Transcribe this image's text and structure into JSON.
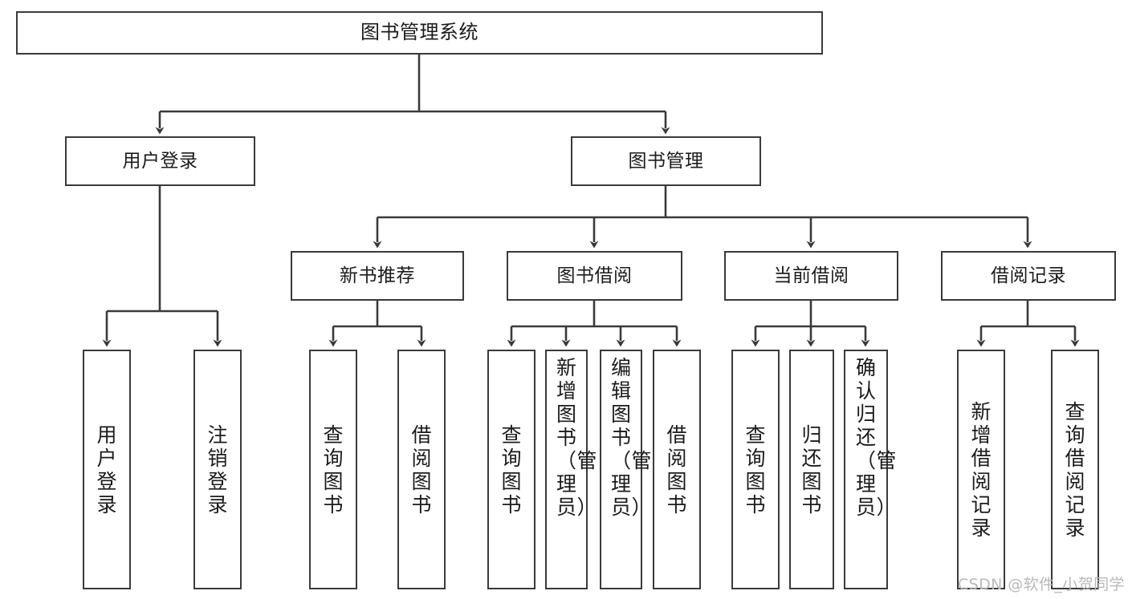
{
  "diagram": {
    "title": "图书管理系统",
    "type": "functional-structure-tree",
    "watermark": "CSDN @软件_小贺同学",
    "colors": {
      "box_border": "#3a3a3a",
      "box_fill": "#ffffff",
      "edge": "#3a3a3a",
      "text": "#1b1b1b",
      "watermark": "#b9b9b9",
      "background": "#ffffff"
    }
  },
  "nodes": {
    "root": {
      "label": "图书管理系统"
    },
    "level1": [
      {
        "id": "user-login",
        "label": "用户登录"
      },
      {
        "id": "book-manage",
        "label": "图书管理"
      }
    ],
    "level2": [
      {
        "id": "new-book-recommend",
        "label": "新书推荐"
      },
      {
        "id": "book-borrow",
        "label": "图书借阅"
      },
      {
        "id": "current-borrow",
        "label": "当前借阅"
      },
      {
        "id": "borrow-record",
        "label": "借阅记录"
      }
    ],
    "leaves": {
      "user_login": [
        {
          "id": "leaf-user-login",
          "label": "用户登录"
        },
        {
          "id": "leaf-logout-login",
          "label": "注销登录"
        }
      ],
      "new_book_recommend": [
        {
          "id": "leaf-query-book-1",
          "label": "查询图书"
        },
        {
          "id": "leaf-borrow-book-1",
          "label": "借阅图书"
        }
      ],
      "book_borrow": [
        {
          "id": "leaf-query-book-2",
          "label": "查询图书"
        },
        {
          "id": "leaf-add-book-admin",
          "label": "新增图书（管理员）"
        },
        {
          "id": "leaf-edit-book-admin",
          "label": "编辑图书（管理员）"
        },
        {
          "id": "leaf-borrow-book-2",
          "label": "借阅图书"
        }
      ],
      "current_borrow": [
        {
          "id": "leaf-query-book-3",
          "label": "查询图书"
        },
        {
          "id": "leaf-return-book",
          "label": "归还图书"
        },
        {
          "id": "leaf-confirm-return-admin",
          "label": "确认归还（管理员）"
        }
      ],
      "borrow_record": [
        {
          "id": "leaf-add-borrow-record",
          "label": "新增借阅记录"
        },
        {
          "id": "leaf-query-borrow-record",
          "label": "查询借阅记录"
        }
      ]
    }
  }
}
